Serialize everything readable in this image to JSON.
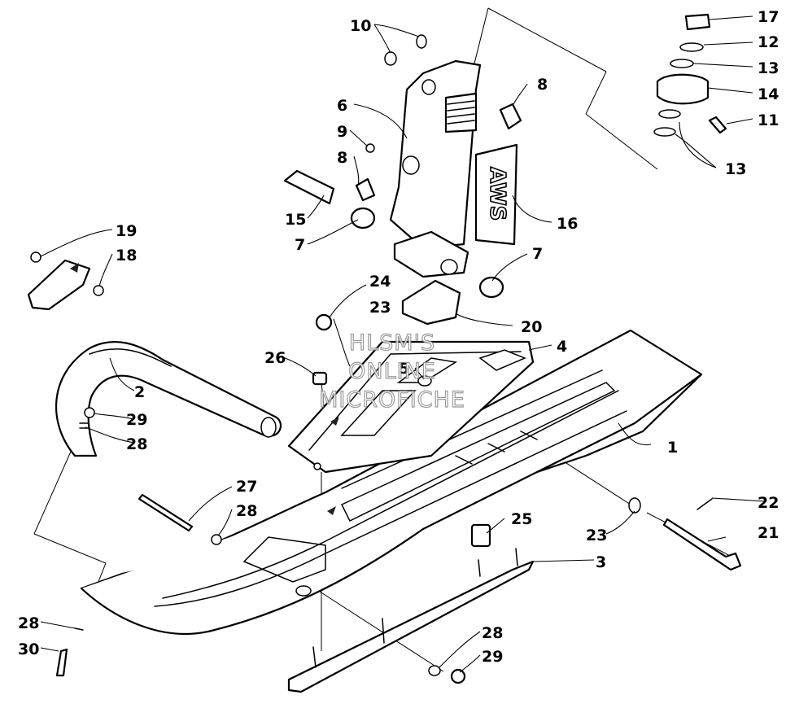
{
  "watermark": {
    "line1": "HLSM'S",
    "line2": "ONLINE",
    "line3": "MICROFICHE"
  },
  "decal_text": "AWS",
  "callouts": [
    "1",
    "2",
    "3",
    "4",
    "5",
    "6",
    "7",
    "7",
    "8",
    "8",
    "9",
    "10",
    "11",
    "12",
    "13",
    "13",
    "14",
    "15",
    "16",
    "17",
    "18",
    "19",
    "20",
    "21",
    "22",
    "23",
    "23",
    "24",
    "25",
    "26",
    "27",
    "28",
    "28",
    "28",
    "28",
    "29",
    "29",
    "30"
  ]
}
